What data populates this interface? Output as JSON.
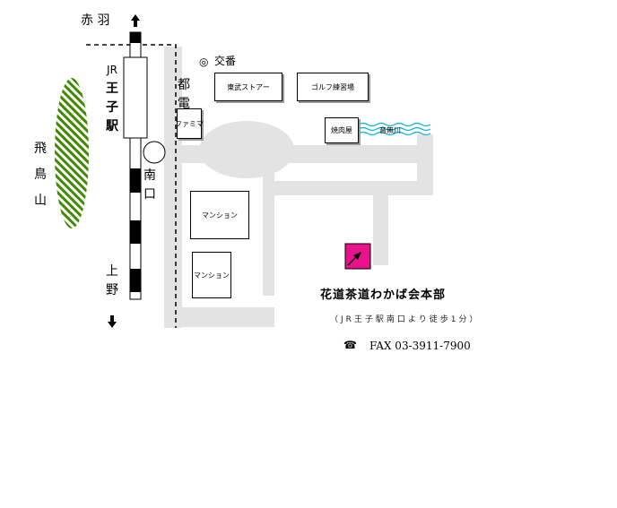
{
  "labels": {
    "akabane": "赤 羽",
    "ueno": [
      "上",
      "野"
    ],
    "jr_station": [
      "JR",
      "王",
      "子",
      "駅"
    ],
    "minamiguchi": [
      "南",
      "口"
    ],
    "asukayama": [
      "飛",
      "鳥",
      "山"
    ],
    "toden": [
      "都",
      "電"
    ],
    "koban": "交番",
    "koban_symbol": "◎",
    "famima": "ファミマ",
    "store": "東武ストアー",
    "golf": "ゴルフ練習場",
    "nobe_shop": "焼肉屋",
    "river": "音無川",
    "mansion1": "マンション",
    "mansion2": "マンション",
    "destination": "花道茶道わかば会本部",
    "walk_note": "（JR王子駅南口より徒歩1分）",
    "phone_icon": "☎",
    "fax": "FAX 03-3911-7900"
  },
  "icons": {
    "north_arrow": "arrow-up-icon",
    "south_arrow": "arrow-down-icon"
  },
  "colors": {
    "road": "#e3e3e3",
    "forest_green": "#3f8a00",
    "destination_marker": "#e8128c",
    "river_blue": "#00b0e0",
    "rail_black": "#000000"
  }
}
